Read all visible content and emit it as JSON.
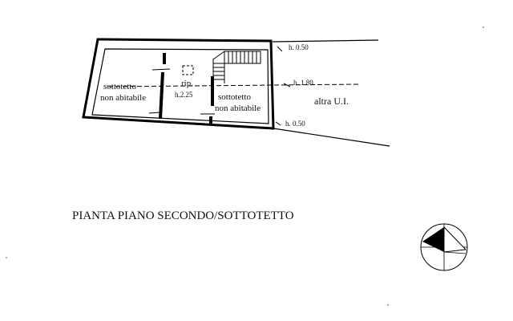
{
  "floor_plan": {
    "rooms": [
      {
        "name_line1": "sottotetto",
        "name_line2": "non abitabile"
      },
      {
        "name": "rip.",
        "height": "h.2.25"
      },
      {
        "name_line1": "sottotetto",
        "name_line2": "non abitabile"
      }
    ],
    "height_markers": [
      "h. 0.50",
      "h. 1.80",
      "h. 0.50"
    ],
    "adjacent_unit": "altra U.I."
  },
  "title": "PIANTA PIANO SECONDO/SOTTOTETTO",
  "north_arrow_icon": "north-arrow-icon"
}
